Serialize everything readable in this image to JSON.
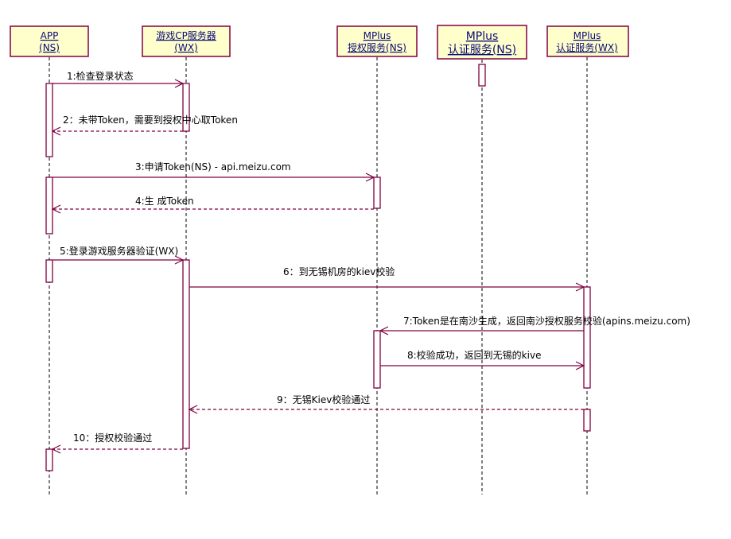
{
  "diagram": {
    "type": "sequence",
    "colors": {
      "actor_fill": "#ffffcc",
      "border": "#800040",
      "actor_text": "#0a0a78",
      "lifeline": "#000000"
    },
    "actors": [
      {
        "id": "app",
        "line1": "APP",
        "line2": "(NS)"
      },
      {
        "id": "cp",
        "line1": "游戏CP服务器",
        "line2": "(WX)"
      },
      {
        "id": "auth_ns",
        "line1": "MPlus",
        "line2": "授权服务(NS)"
      },
      {
        "id": "cert_ns",
        "line1": "MPlus",
        "line2": "认证服务(NS)"
      },
      {
        "id": "cert_wx",
        "line1": "MPlus",
        "line2": "认证服务(WX)"
      }
    ],
    "messages": [
      {
        "seq": 1,
        "label": "1:检查登录状态",
        "from": "app",
        "to": "cp",
        "kind": "call"
      },
      {
        "seq": 2,
        "label": "2：未带Token，需要到授权中心取Token",
        "from": "cp",
        "to": "app",
        "kind": "return"
      },
      {
        "seq": 3,
        "label": "3:申请Token(NS) - api.meizu.com",
        "from": "app",
        "to": "auth_ns",
        "kind": "call"
      },
      {
        "seq": 4,
        "label": "4:生 成Token",
        "from": "auth_ns",
        "to": "app",
        "kind": "return"
      },
      {
        "seq": 5,
        "label": "5:登录游戏服务器验证(WX)",
        "from": "app",
        "to": "cp",
        "kind": "call"
      },
      {
        "seq": 6,
        "label": "6：到无锡机房的kiev校验",
        "from": "cp",
        "to": "cert_wx",
        "kind": "call"
      },
      {
        "seq": 7,
        "label": "7:Token是在南沙生成，返回南沙授权服务校验(apins.meizu.com)",
        "from": "cert_wx",
        "to": "auth_ns",
        "kind": "call"
      },
      {
        "seq": 8,
        "label": "8:校验成功，返回到无锡的kive",
        "from": "auth_ns",
        "to": "cert_wx",
        "kind": "call"
      },
      {
        "seq": 9,
        "label": "9：无锡Kiev校验通过",
        "from": "cert_wx",
        "to": "cp",
        "kind": "return"
      },
      {
        "seq": 10,
        "label": "10：授权校验通过",
        "from": "cp",
        "to": "app",
        "kind": "return"
      }
    ]
  }
}
